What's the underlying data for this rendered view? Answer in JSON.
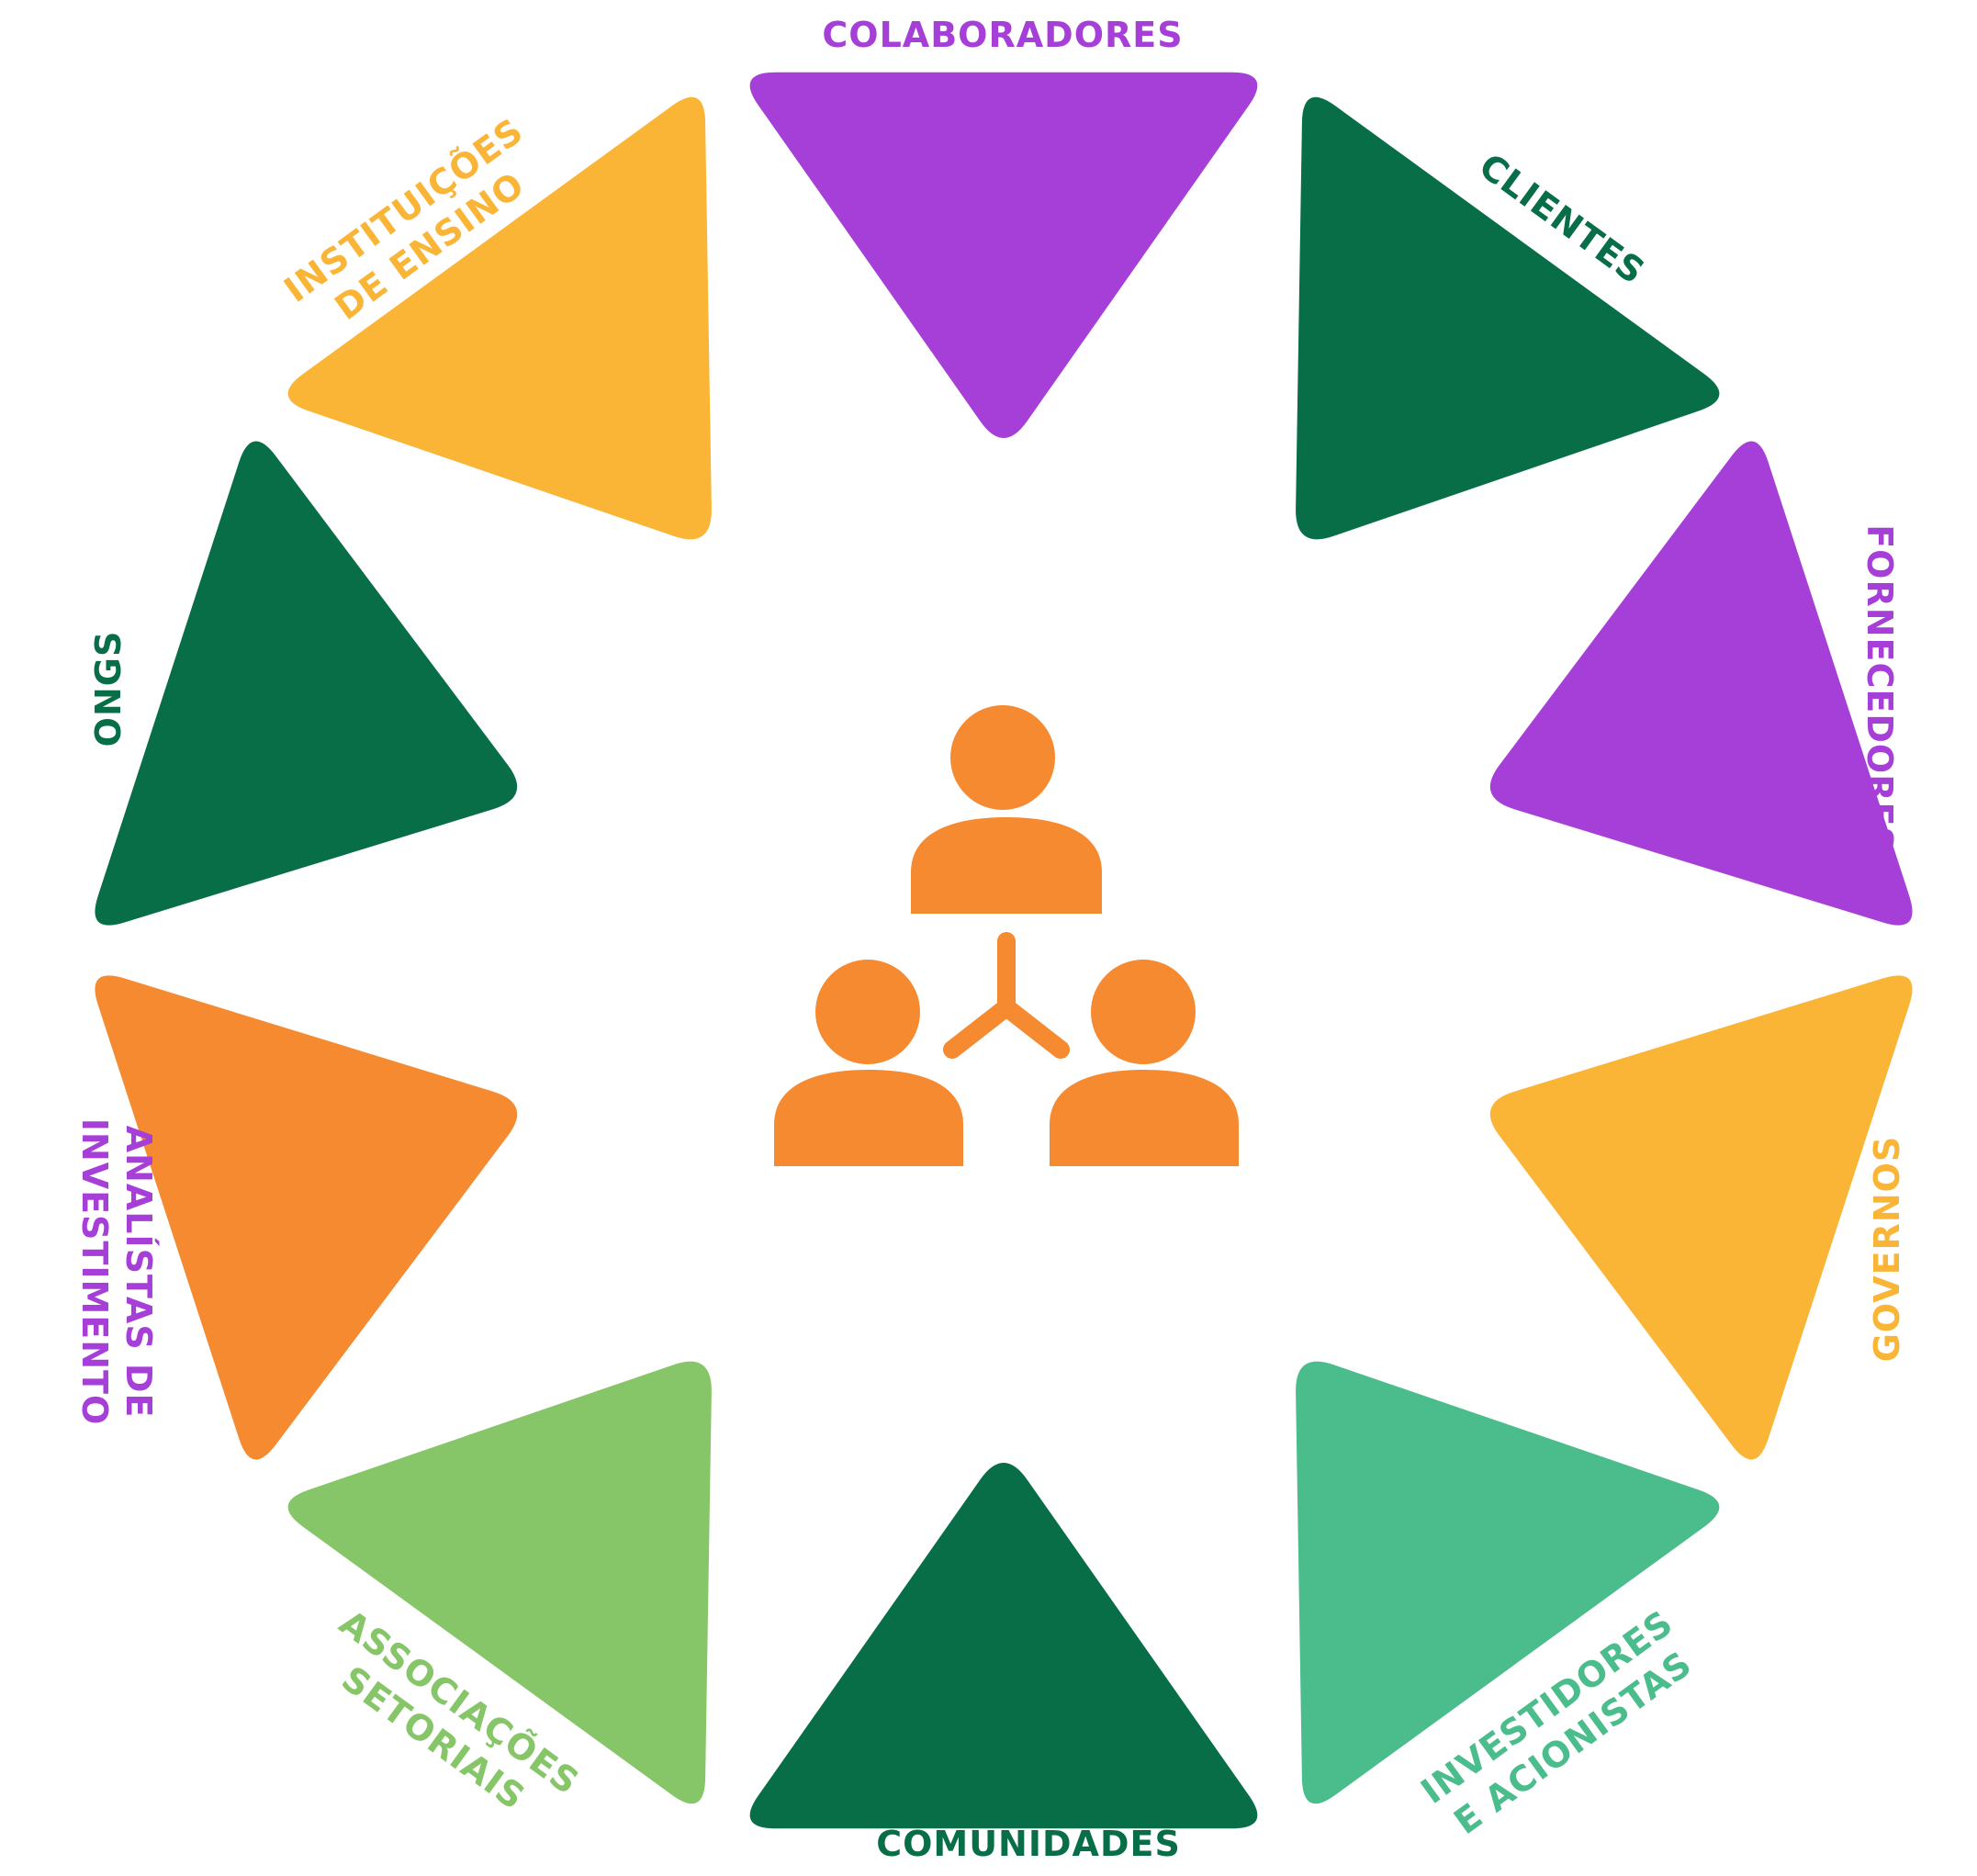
{
  "center": {
    "icon": "people-network-icon",
    "color": "#F58A31"
  },
  "segments": [
    {
      "id": "colaboradores",
      "lines": [
        "COLABORADORES"
      ],
      "color": "#A63FD8",
      "text_color": "#A63FD8"
    },
    {
      "id": "clientes",
      "lines": [
        "CLIENTES"
      ],
      "color": "#076E47",
      "text_color": "#076E47"
    },
    {
      "id": "fornecedores",
      "lines": [
        "FORNECEDORES"
      ],
      "color": "#A63FD8",
      "text_color": "#A63FD8"
    },
    {
      "id": "governos",
      "lines": [
        "GOVERNOS"
      ],
      "color": "#FAB436",
      "text_color": "#FAB436"
    },
    {
      "id": "investidores",
      "lines": [
        "INVESTIDORES",
        "E ACIONISTAS"
      ],
      "color": "#4BBD8C",
      "text_color": "#4BBD8C"
    },
    {
      "id": "comunidades",
      "lines": [
        "COMUNIDADES"
      ],
      "color": "#076E47",
      "text_color": "#076E47"
    },
    {
      "id": "associacoes",
      "lines": [
        "ASSOCIAÇÕES",
        "SETORIAIS"
      ],
      "color": "#87C668",
      "text_color": "#87C668"
    },
    {
      "id": "analistas",
      "lines": [
        "ANALÍSTAS DE",
        "INVESTIMENTO"
      ],
      "color": "#F58A31",
      "text_color": "#A63FD8"
    },
    {
      "id": "ongs",
      "lines": [
        "ONGS"
      ],
      "color": "#076E47",
      "text_color": "#076E47"
    },
    {
      "id": "instituicoes",
      "lines": [
        "INSTITUIÇÕES",
        "DE ENSINO"
      ],
      "color": "#FAB436",
      "text_color": "#FAB436"
    }
  ]
}
